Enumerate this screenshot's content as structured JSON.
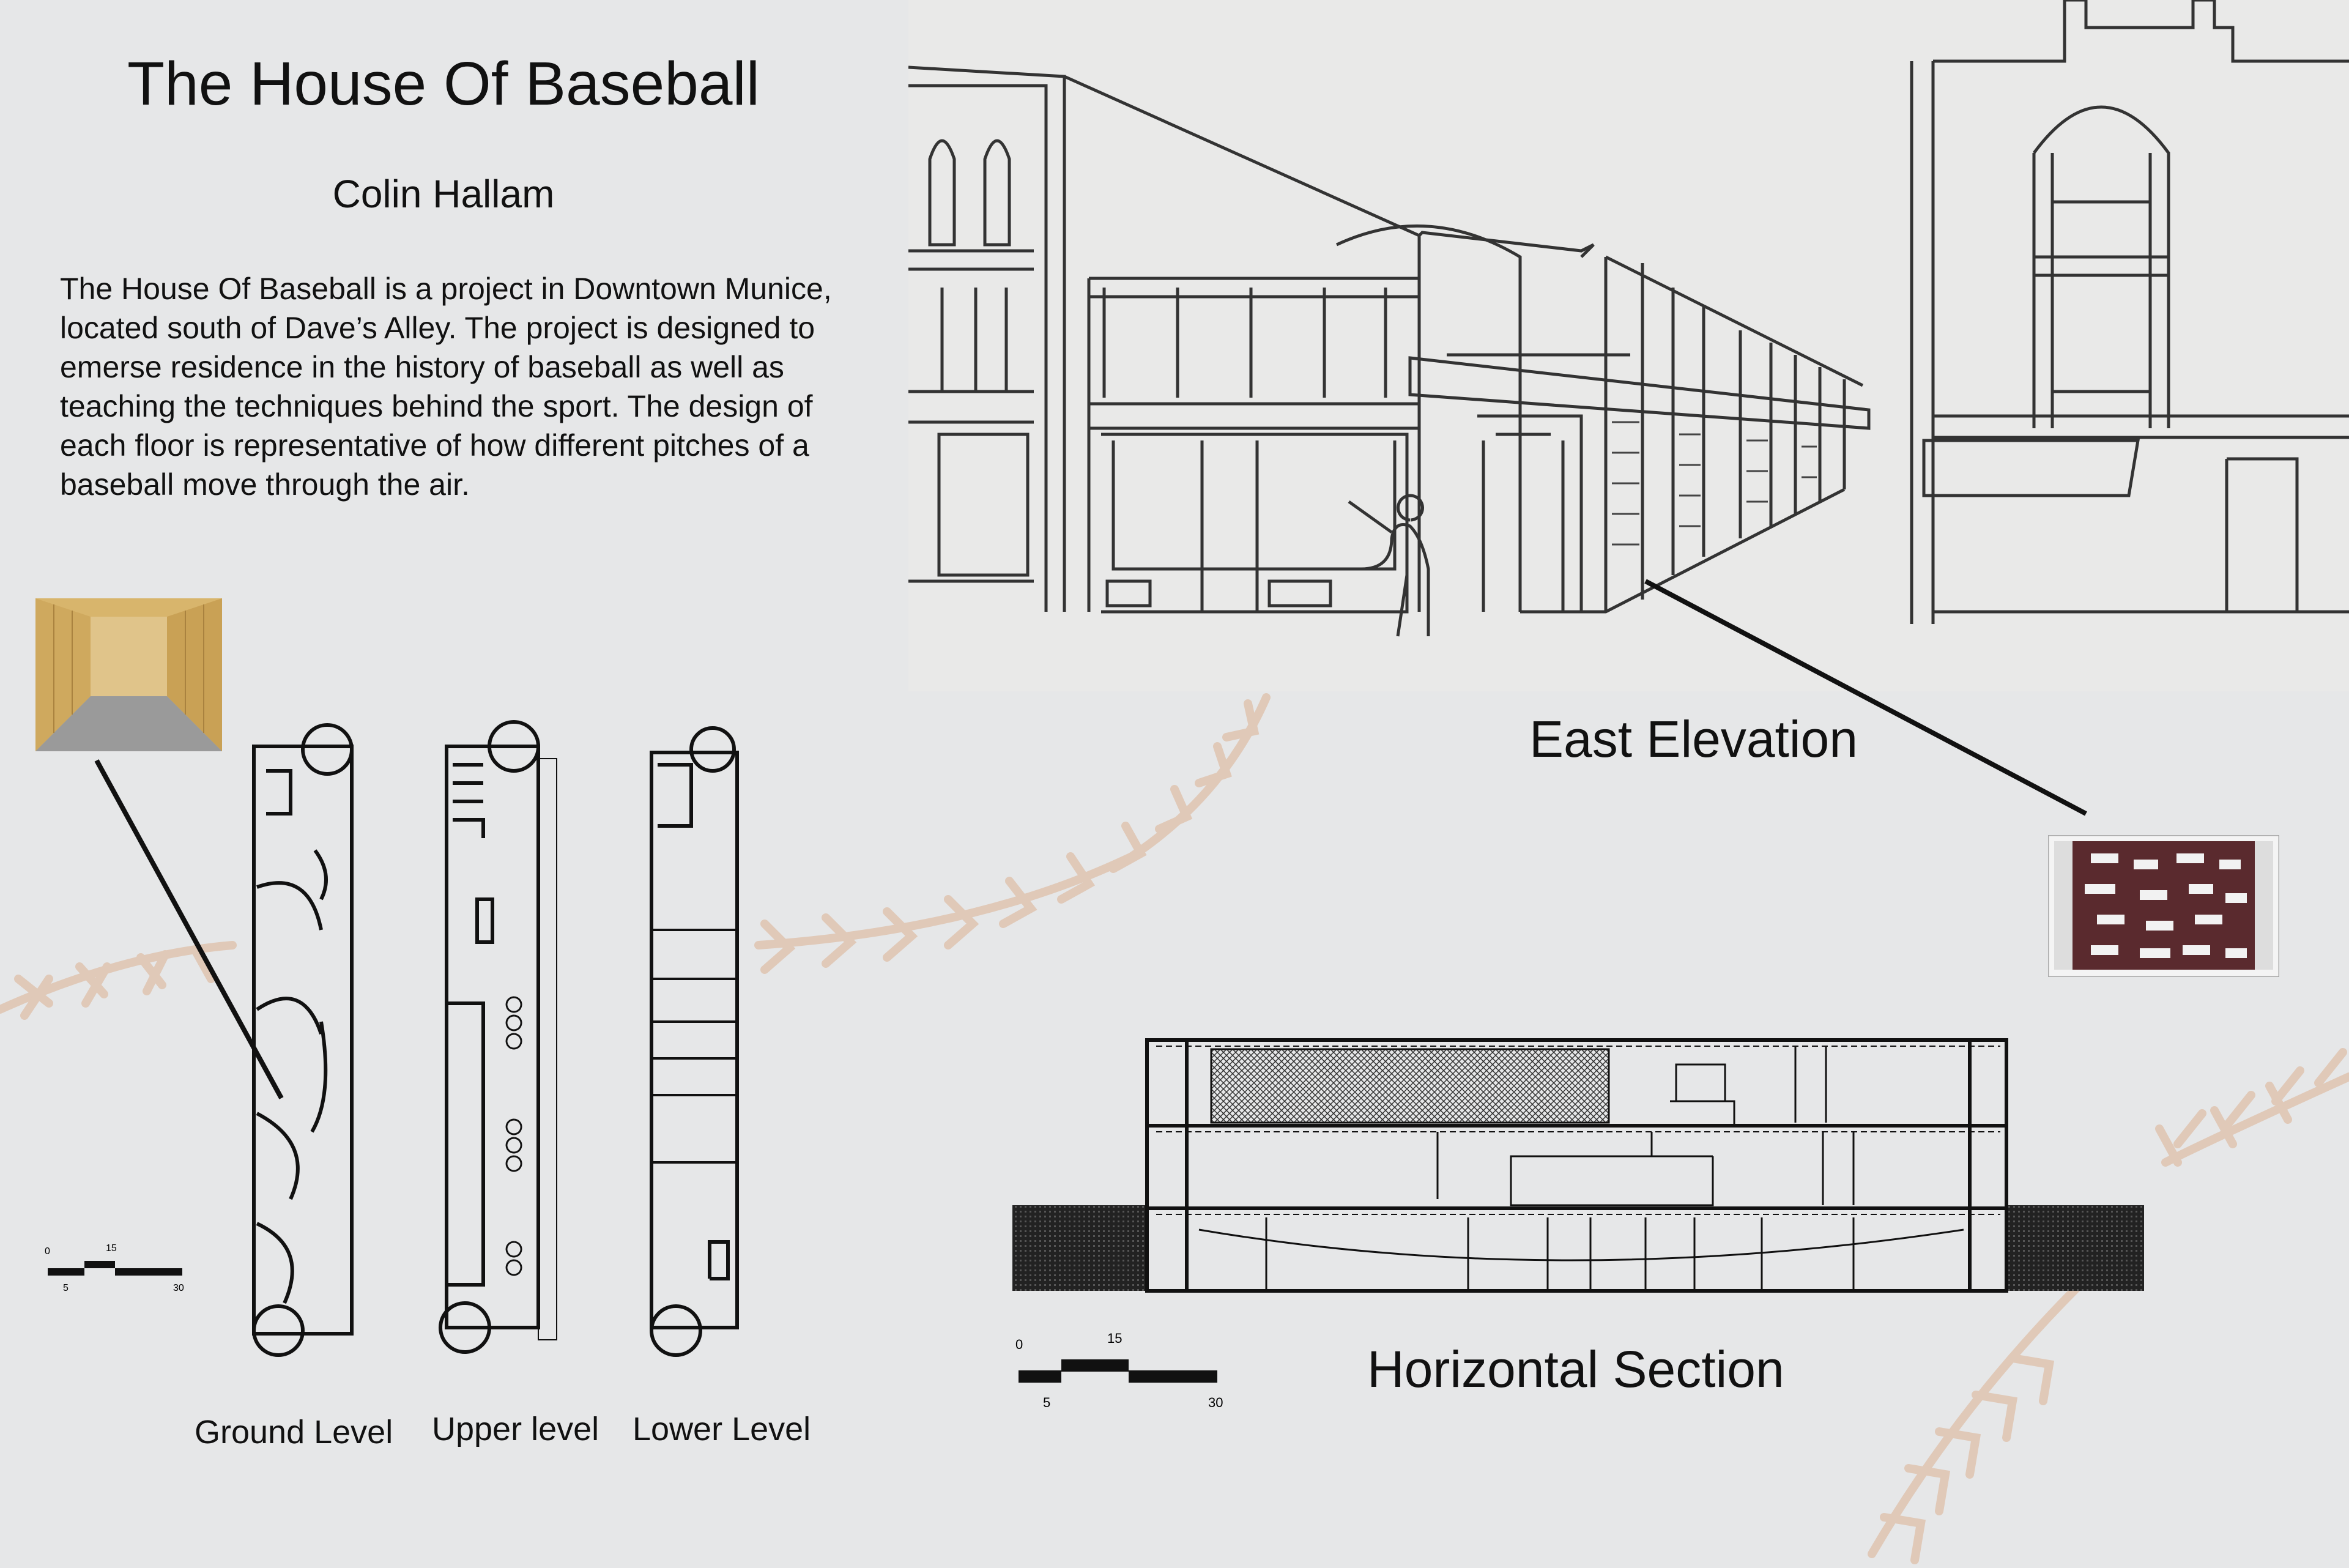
{
  "title": "The House Of Baseball",
  "author": "Colin Hallam",
  "description": "The House Of Baseball is a project in Downtown Munice, located south of Dave’s Alley. The project is designed to emerse residence in the history of baseball as well as teaching the techniques behind the sport. The design of each floor is representative of how different pitches of a baseball move through the air.",
  "plans": {
    "ground_label": "Ground Level",
    "upper_label": "Upper level",
    "lower_label": "Lower Level"
  },
  "elevation": {
    "label": "East Elevation"
  },
  "section": {
    "label": "Horizontal Section"
  },
  "scale_small": {
    "zero": "0",
    "mid": "15",
    "five": "5",
    "end": "30"
  },
  "scale_large": {
    "zero": "0",
    "mid": "15",
    "five": "5",
    "end": "30"
  },
  "colors": {
    "background": "#e6e7e8",
    "stitch": "#e0c9b8",
    "wood": "#d8b56c",
    "brick": "#5a2a2e"
  }
}
